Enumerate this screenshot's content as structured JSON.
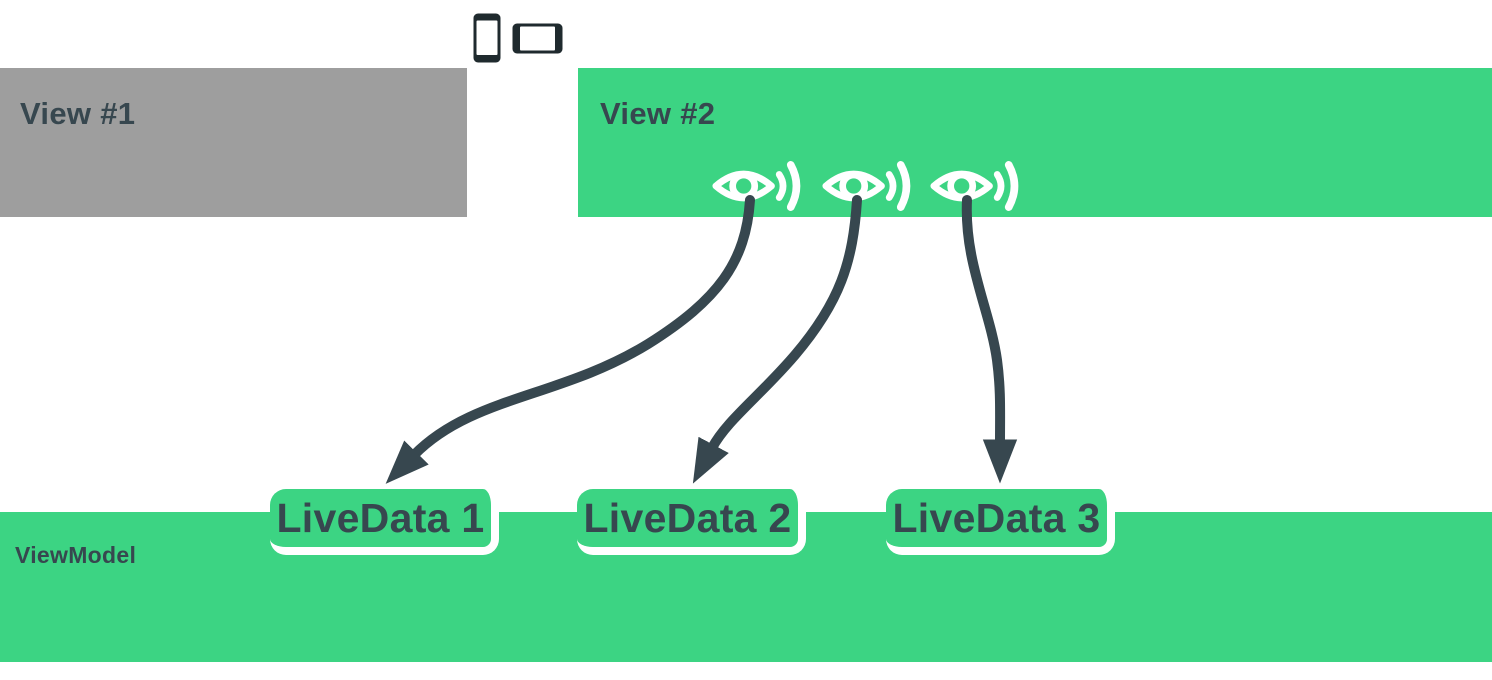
{
  "palette": {
    "green": "#3cd483",
    "gray": "#9e9e9e",
    "ink": "#37474f",
    "device": "#1f2a2e"
  },
  "diagram": {
    "view1": {
      "label": "View #1"
    },
    "view2": {
      "label": "View #2"
    },
    "viewmodel": {
      "label": "ViewModel"
    },
    "livedata": [
      {
        "label": "LiveData 1"
      },
      {
        "label": "LiveData 2"
      },
      {
        "label": "LiveData 3"
      }
    ],
    "icons": {
      "devices": [
        "phone-portrait-icon",
        "phone-landscape-icon"
      ],
      "observers": [
        "observer-eye-icon",
        "observer-eye-icon",
        "observer-eye-icon"
      ]
    },
    "edges": [
      {
        "from": "view2-observer-1",
        "to": "livedata-1"
      },
      {
        "from": "view2-observer-2",
        "to": "livedata-2"
      },
      {
        "from": "view2-observer-3",
        "to": "livedata-3"
      }
    ]
  }
}
